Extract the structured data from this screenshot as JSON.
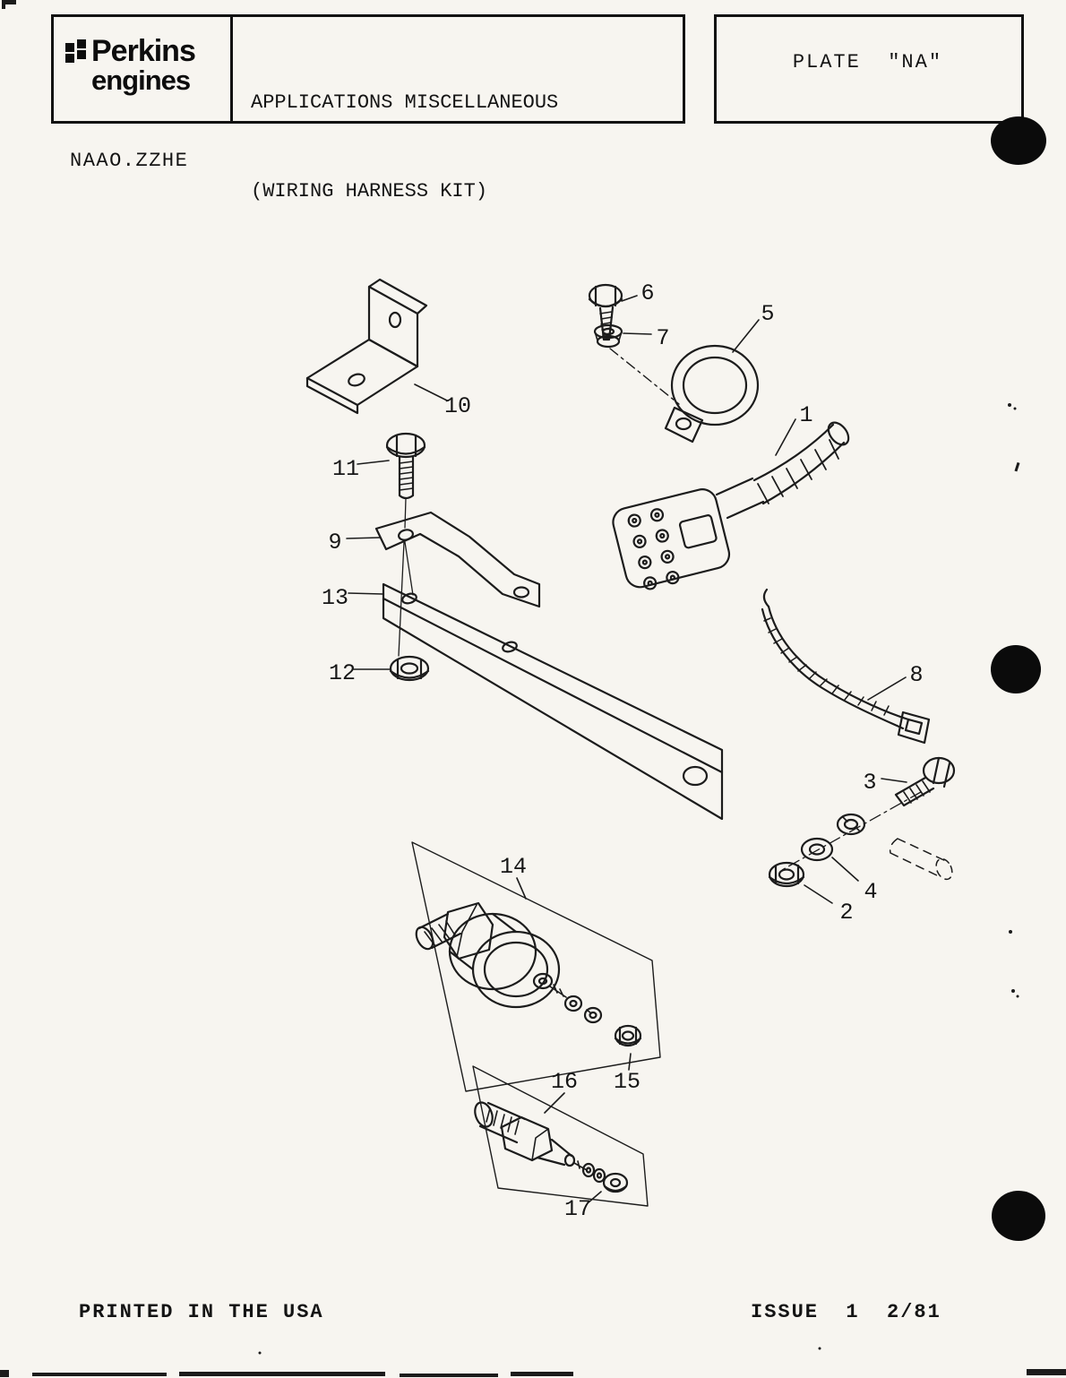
{
  "header": {
    "brand": {
      "line1": "Perkins",
      "line2": "engines"
    },
    "title_line1": "APPLICATIONS MISCELLANEOUS",
    "title_line2": "(WIRING HARNESS KIT)",
    "plate_label": "PLATE  \"NA\""
  },
  "page_code": "NAAO.ZZHE",
  "diagram": {
    "callouts": [
      "1",
      "2",
      "3",
      "4",
      "5",
      "6",
      "7",
      "8",
      "9",
      "10",
      "11",
      "12",
      "13",
      "14",
      "15",
      "16",
      "17"
    ]
  },
  "footer": {
    "printed": "PRINTED IN THE USA",
    "issue": "ISSUE  1  2/81"
  }
}
